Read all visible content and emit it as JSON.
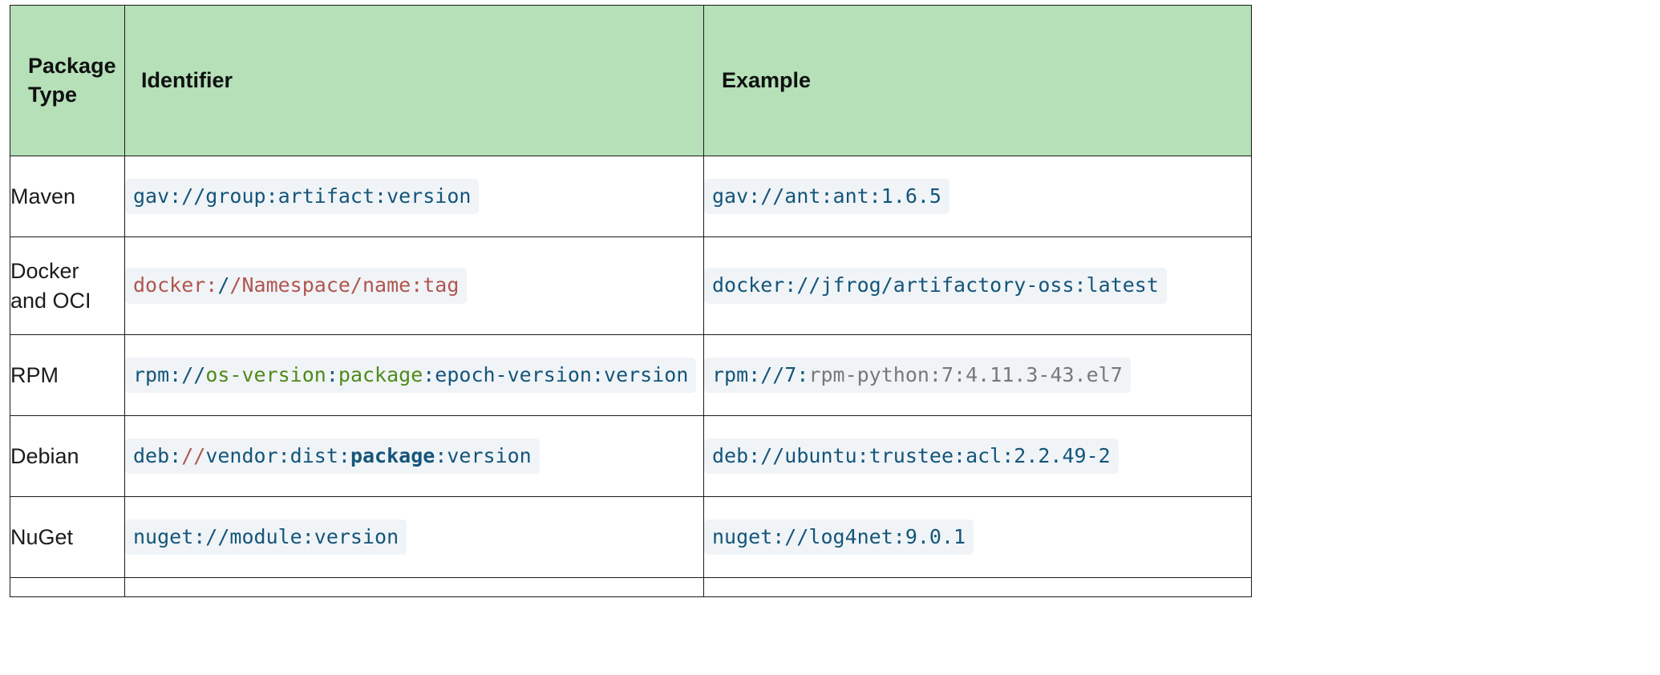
{
  "table": {
    "headers": {
      "package_type": "Package\nType",
      "identifier": "Identifier",
      "example": "Example"
    },
    "header_bg": "#b5e0b8",
    "code_bg": "#f0f4f7",
    "colors": {
      "blue": "#15557a",
      "red": "#b0564f",
      "green": "#4f8a19",
      "gray": "#787878",
      "border": "#1a1a1a"
    },
    "rows": [
      {
        "package_type": "Maven",
        "identifier_text": "gav://group:artifact:version",
        "identifier_tokens": [
          {
            "text": "gav://group:artifact:version",
            "color": "blue",
            "bold": false
          }
        ],
        "example_text": "gav://ant:ant:1.6.5",
        "example_tokens": [
          {
            "text": "gav://ant:ant:1.6.5",
            "color": "blue",
            "bold": false
          }
        ]
      },
      {
        "package_type": "Docker\nand OCI",
        "identifier_text": "docker://Namespace/name:tag",
        "identifier_tokens": [
          {
            "text": "docker:",
            "color": "red",
            "bold": false
          },
          {
            "text": "/",
            "color": "blue",
            "bold": false
          },
          {
            "text": "/Namespace/name:tag",
            "color": "red",
            "bold": false
          }
        ],
        "example_text": "docker://jfrog/artifactory-oss:latest",
        "example_tokens": [
          {
            "text": "docker://jfrog/artifactory-oss:latest",
            "color": "blue",
            "bold": false
          }
        ]
      },
      {
        "package_type": "RPM",
        "identifier_text": "rpm://os-version:package:epoch-version:version",
        "identifier_tokens": [
          {
            "text": "rpm://",
            "color": "blue",
            "bold": false
          },
          {
            "text": "os-version",
            "color": "green",
            "bold": false
          },
          {
            "text": ":",
            "color": "blue",
            "bold": false
          },
          {
            "text": "package",
            "color": "green",
            "bold": false
          },
          {
            "text": ":epoch-version:version",
            "color": "blue",
            "bold": false
          }
        ],
        "example_text": "rpm://7:rpm-python:7:4.11.3-43.el7",
        "example_tokens": [
          {
            "text": "rpm://7:",
            "color": "blue",
            "bold": false
          },
          {
            "text": "rpm-python:7:4.11.3-43.el7",
            "color": "gray",
            "bold": false
          }
        ]
      },
      {
        "package_type": "Debian",
        "identifier_text": "deb://vendor:dist:package:version",
        "identifier_tokens": [
          {
            "text": "deb:",
            "color": "blue",
            "bold": false
          },
          {
            "text": "//",
            "color": "red",
            "bold": false
          },
          {
            "text": "vendor:dist:",
            "color": "blue",
            "bold": false
          },
          {
            "text": "package",
            "color": "blue",
            "bold": true
          },
          {
            "text": ":version",
            "color": "blue",
            "bold": false
          }
        ],
        "example_text": "deb://ubuntu:trustee:acl:2.2.49-2",
        "example_tokens": [
          {
            "text": "deb://ubuntu:trustee:acl:2.2.49-2",
            "color": "blue",
            "bold": false
          }
        ]
      },
      {
        "package_type": "NuGet",
        "identifier_text": "nuget://module:version",
        "identifier_tokens": [
          {
            "text": "nuget://module:version",
            "color": "blue",
            "bold": false
          }
        ],
        "example_text": "nuget://log4net:9.0.1",
        "example_tokens": [
          {
            "text": "nuget://log4net:9.0.1",
            "color": "blue",
            "bold": false
          }
        ]
      }
    ]
  }
}
